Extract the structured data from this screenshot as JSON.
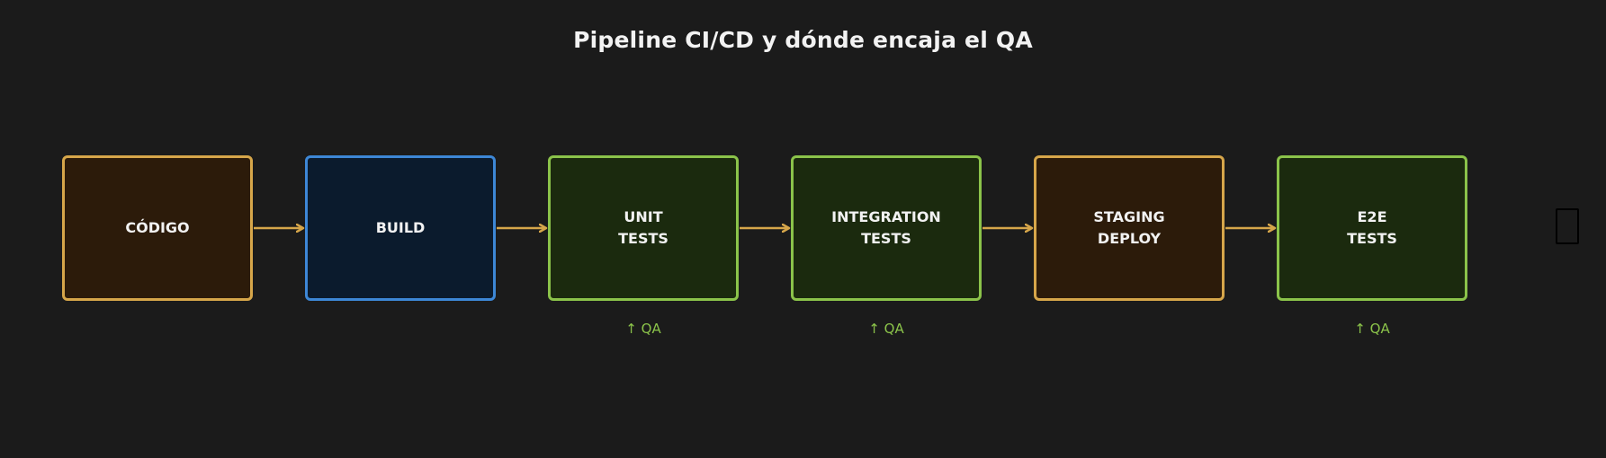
{
  "title": "Pipeline CI/CD y dónde encaja el QA",
  "colors": {
    "background": "#1b1b1b",
    "orange_border": "#d6a64a",
    "orange_fill": "#2c1b0a",
    "blue_border": "#3d87d6",
    "blue_fill": "#0b1b2d",
    "green_border": "#8bc34a",
    "green_fill": "#1b2a0e",
    "arrow": "#d6a64a",
    "qa_text": "#8bc34a"
  },
  "stages": [
    {
      "label": "CÓDIGO",
      "qa": ""
    },
    {
      "label": "BUILD",
      "qa": ""
    },
    {
      "label": "UNIT\nTESTS",
      "qa": "↑ QA"
    },
    {
      "label": "INTEGRATION\nTESTS",
      "qa": "↑ QA"
    },
    {
      "label": "STAGING\nDEPLOY",
      "qa": ""
    },
    {
      "label": "E2E\nTESTS",
      "qa": "↑ QA"
    }
  ],
  "end_icon": "missing-glyph-icon"
}
